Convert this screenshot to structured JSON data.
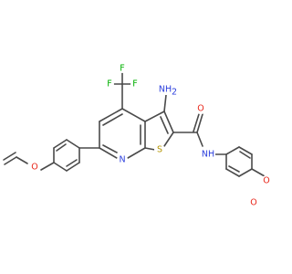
{
  "molecule": {
    "colors": {
      "carbon_bond": "#4a4a4a",
      "N": "#2c3fdd",
      "O": "#e8261a",
      "S": "#b49400",
      "F": "#00b000",
      "background": "#ffffff"
    },
    "atoms": {
      "F_top": "F",
      "F_left": "F",
      "F_right": "F",
      "NH2_N": "NH",
      "NH2_sub": "2",
      "N_pyridine": "N",
      "S_thiophene": "S",
      "O_amide": "O",
      "NH_amide": "NH",
      "O_ether": "O",
      "O_ester_carbonyl": "O",
      "O_ester": "O"
    }
  }
}
